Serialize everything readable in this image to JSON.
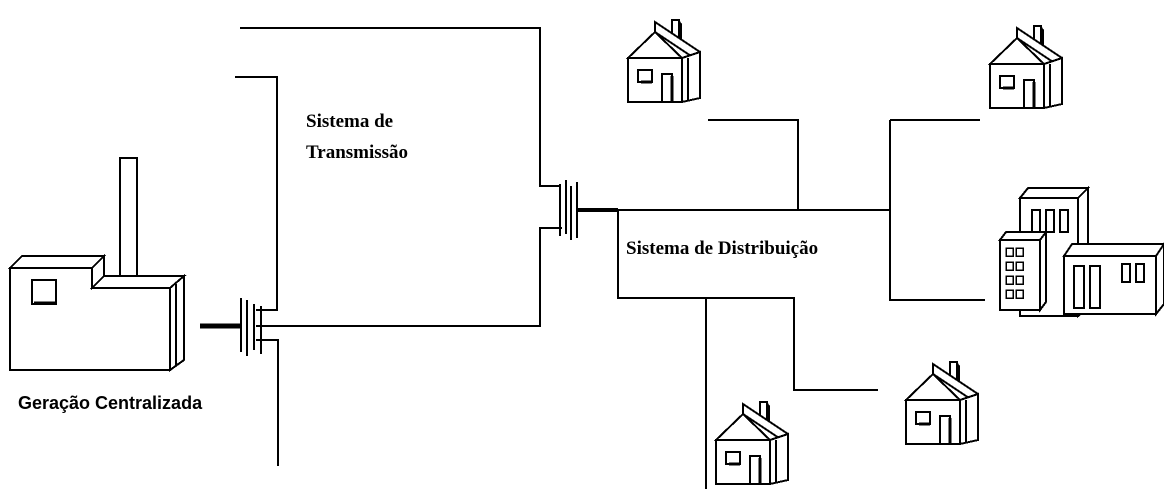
{
  "diagram": {
    "labels": {
      "transmission_line1": "Sistema de",
      "transmission_line2": "Transmissão",
      "distribution": "Sistema de Distribuição",
      "generation": "Geração Centralizada"
    },
    "colors": {
      "stroke": "#000000",
      "background": "#ffffff",
      "shade": "#000000"
    }
  }
}
